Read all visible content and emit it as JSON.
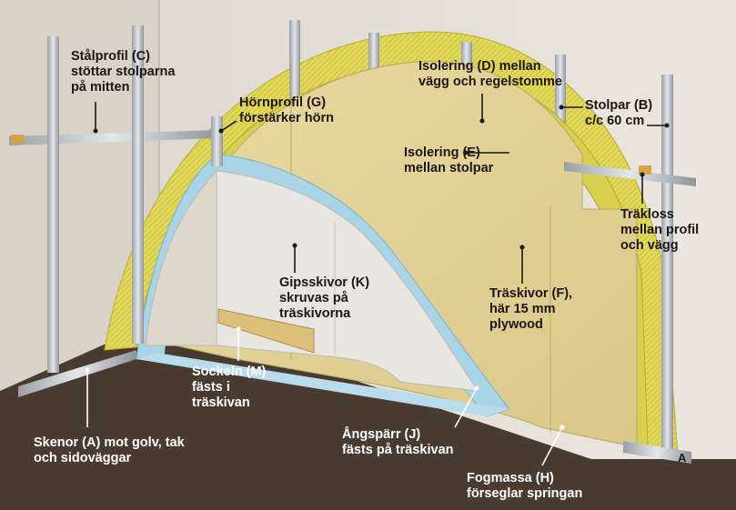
{
  "labels": {
    "stalprofil": {
      "line1": "Stålprofil (C)",
      "line2": "stöttar stolparna",
      "line3": "på mitten"
    },
    "hornprofil": {
      "line1": "Hörnprofil (G)",
      "line2": "förstärker hörn"
    },
    "isolering_d": {
      "line1": "Isolering (D) mellan",
      "line2": "vägg och regelstomme"
    },
    "stolpar": {
      "line1": "Stolpar (B)",
      "line2": "c/c 60 cm"
    },
    "isolering_e": {
      "line1": "Isolering (E)",
      "line2": "mellan stolpar"
    },
    "trakloss": {
      "line1": "Träkloss",
      "line2": "mellan profil",
      "line3": "och vägg"
    },
    "gipsskivor": {
      "line1": "Gipsskivor (K)",
      "line2": "skruvas på",
      "line3": "träskivorna"
    },
    "traskivor": {
      "line1": "Träskivor (F),",
      "line2": "här 15 mm",
      "line3": "plywood"
    },
    "sockeln": {
      "line1": "Sockeln (M)",
      "line2": "fästs i",
      "line3": "träskivan"
    },
    "skenor": {
      "line1": "Skenor (A) mot golv, tak",
      "line2": "och sidoväggar"
    },
    "angsparr": {
      "line1": "Ångspärr (J)",
      "line2": "fästs på träskivan"
    },
    "fogmassa": {
      "line1": "Fogmassa (H)",
      "line2": "förseglar springan"
    },
    "corner_letter": "A"
  },
  "colors": {
    "floor": "#4a3b30",
    "wall": "#e6e1d8",
    "insulation": "#e3d95a",
    "plywood": "#e3d49a",
    "vapor_barrier": "#a9d3e6",
    "gypsum": "#e8e6e1",
    "steel": "#c7cbcf",
    "plinth": "#dcc07a"
  }
}
